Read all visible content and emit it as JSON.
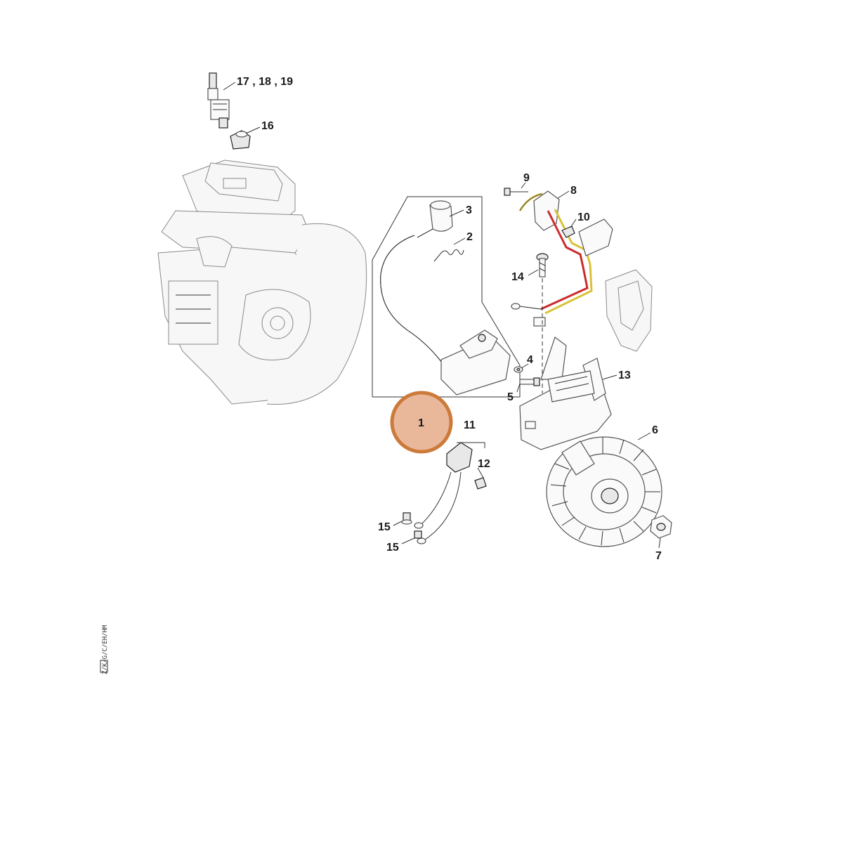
{
  "labels": {
    "l1": "1",
    "l2": "2",
    "l3": "3",
    "l4": "4",
    "l5": "5",
    "l6": "6",
    "l7": "7",
    "l8": "8",
    "l9": "9",
    "l10": "10",
    "l11": "11",
    "l12": "12",
    "l13": "13",
    "l14": "14",
    "l15a": "15",
    "l15b": "15",
    "l16": "16",
    "l17": "17 , 18 , 19"
  },
  "highlight": {
    "part": "1",
    "color": "#cc7a3a",
    "fill": "#e9b79a"
  },
  "wire_colors": {
    "red": "#cc2b2b",
    "yellow": "#d9c23a"
  },
  "side_code": "Z/K/G/C/EH/HM"
}
